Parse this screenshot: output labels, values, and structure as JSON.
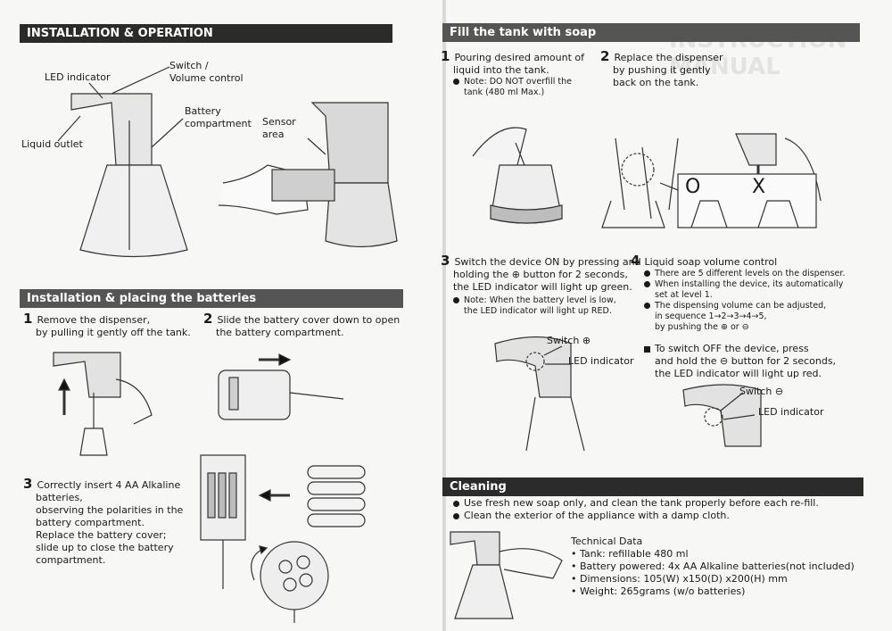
{
  "left": {
    "banner1": "INSTALLATION & OPERATION",
    "labels": {
      "led": "LED indicator",
      "switch": "Switch /",
      "volume": "Volume control",
      "battery1": "Battery",
      "battery2": "compartment",
      "sensor1": "Sensor",
      "sensor2": "area",
      "outlet": "Liquid outlet"
    },
    "banner2": "Installation & placing the batteries",
    "step1": {
      "num": "1",
      "line1": "Remove the dispenser,",
      "line2": "by pulling it gently off the tank."
    },
    "step2": {
      "num": "2",
      "line1": "Slide the battery cover down to open",
      "line2": "the battery compartment."
    },
    "step3": {
      "num": "3",
      "lines": [
        "Correctly insert 4 AA Alkaline",
        "batteries,",
        "observing the polarities in the",
        "battery compartment.",
        "Replace the battery cover;",
        "slide up to close the battery",
        "compartment."
      ]
    }
  },
  "right": {
    "banner1": "Fill the tank with soap",
    "s1": {
      "num": "1",
      "line1": "Pouring desired amount of",
      "line2": "liquid into the tank.",
      "note1": "Note: DO NOT overfill the",
      "note2": "tank (480 ml Max.)"
    },
    "s2": {
      "num": "2",
      "line1": "Replace the dispenser",
      "line2": "by pushing it gently",
      "line3": "back on the tank."
    },
    "ok": "O",
    "no": "X",
    "s3": {
      "num": "3",
      "line1": "Switch the device ON by pressing and",
      "line2": "holding the ⊕ button for 2 seconds,",
      "line3": "the LED indicator will light up green.",
      "note1": "Note: When the battery level is low,",
      "note2": "the LED indicator will light up RED."
    },
    "s4": {
      "num": "4",
      "title": "Liquid soap volume control",
      "b1": "There are 5 different levels on the dispenser.",
      "b2a": "When installing the device, its automatically",
      "b2b": "set at level 1.",
      "b3a": "The dispensing volume can be adjusted,",
      "b3b": "in sequence 1→2→3→4→5,",
      "b3c": "by pushing the ⊕ or ⊖",
      "off1": "To switch OFF the device, press",
      "off2": "and hold the ⊖ button for 2 seconds,",
      "off3": "the LED indicator will light up red."
    },
    "fig3": {
      "switch": "Switch ⊕",
      "led": "LED indicator"
    },
    "fig4": {
      "switch": "Switch ⊖",
      "led": "LED indicator"
    },
    "banner2": "Cleaning",
    "clean1": "Use fresh new soap only, and clean the tank properly before each re-fill.",
    "clean2": "Clean the exterior of the appliance with a damp cloth.",
    "tech": {
      "title": "Technical Data",
      "items": [
        "• Tank: refillable 480 ml",
        "• Battery powered: 4x AA Alkaline batteries(not included)",
        "• Dimensions: 105(W) x150(D) x200(H) mm",
        "• Weight: 265grams (w/o batteries)"
      ]
    }
  }
}
